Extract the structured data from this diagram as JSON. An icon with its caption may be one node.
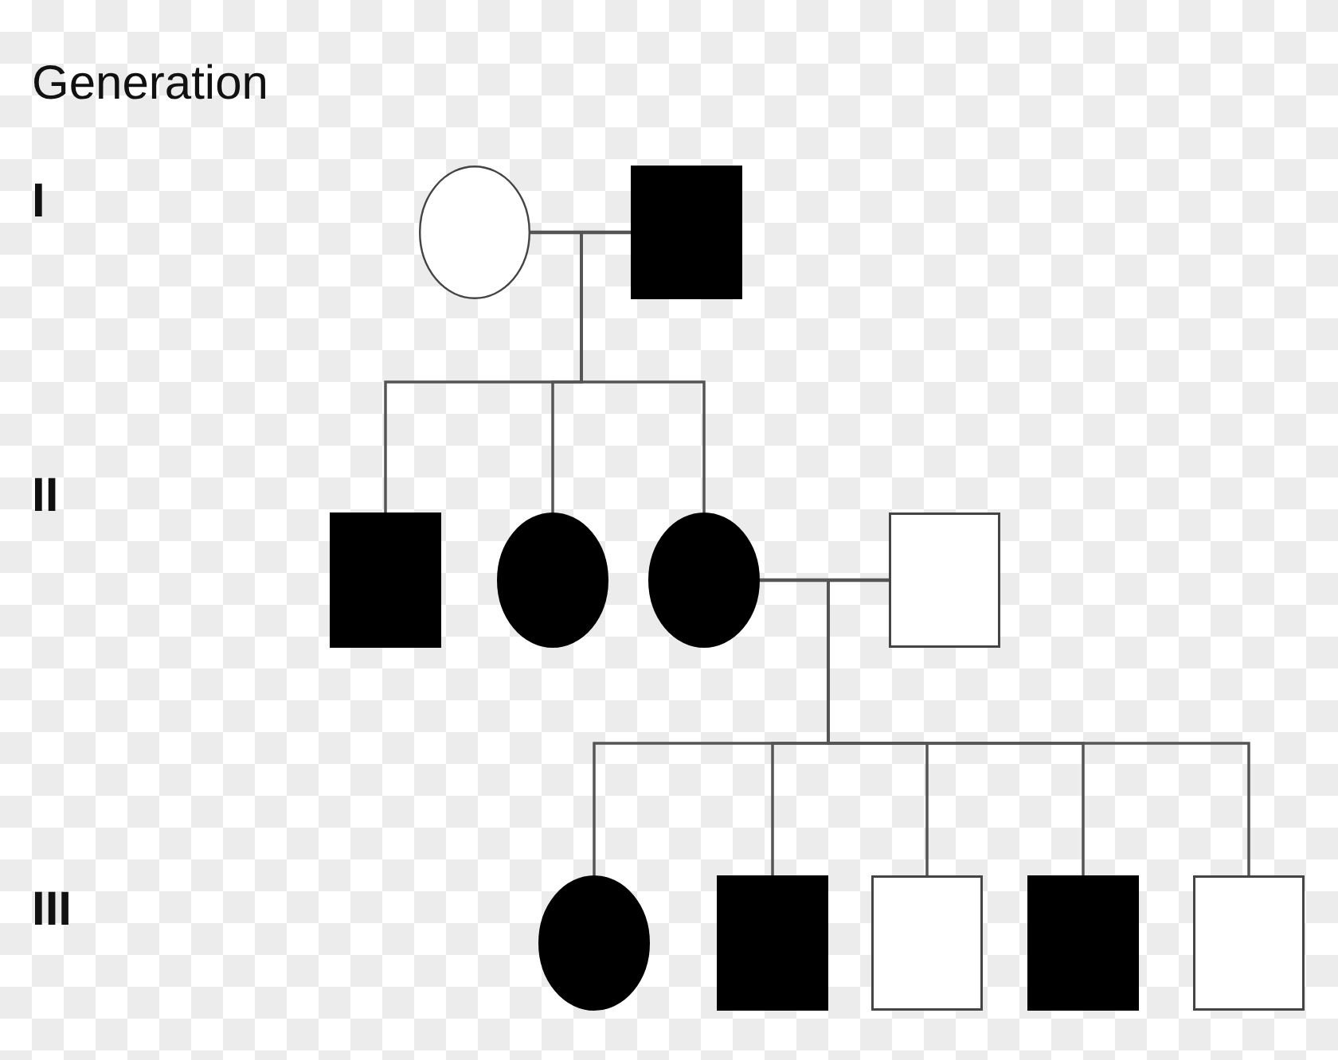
{
  "diagram": {
    "nodes": [
      {
        "text": [],
        "shape": "circle"
      },
      {
        "text": [],
        "shape": "box"
      },
      {
        "text": [],
        "shape": "box"
      },
      {
        "text": [],
        "shape": "circle"
      },
      {
        "text": [],
        "shape": "circle"
      },
      {
        "text": [],
        "shape": "box"
      },
      {
        "text": [],
        "shape": "circle"
      },
      {
        "text": [],
        "shape": "box"
      },
      {
        "text": [],
        "shape": "box"
      },
      {
        "text": [],
        "shape": "box"
      },
      {
        "text": [],
        "shape": "box"
      }
    ],
    "edges": [
      {
        "from": 0,
        "to": 1,
        "arrow": "none"
      },
      {
        "from": 0,
        "to": 2,
        "arrow": "none"
      },
      {
        "from": 1,
        "to": 2,
        "arrow": "none"
      },
      {
        "from": 0,
        "to": 3,
        "arrow": "none"
      },
      {
        "from": 1,
        "to": 3,
        "arrow": "none"
      },
      {
        "from": 0,
        "to": 4,
        "arrow": "none"
      },
      {
        "from": 1,
        "to": 4,
        "arrow": "none"
      },
      {
        "from": 4,
        "to": 5,
        "arrow": "none"
      },
      {
        "from": 4,
        "to": 6,
        "arrow": "none"
      },
      {
        "from": 5,
        "to": 6,
        "arrow": "none"
      },
      {
        "from": 4,
        "to": 7,
        "arrow": "none"
      },
      {
        "from": 5,
        "to": 7,
        "arrow": "none"
      },
      {
        "from": 4,
        "to": 8,
        "arrow": "none"
      },
      {
        "from": 5,
        "to": 8,
        "arrow": "none"
      },
      {
        "from": 4,
        "to": 9,
        "arrow": "none"
      },
      {
        "from": 5,
        "to": 9,
        "arrow": "none"
      },
      {
        "from": 4,
        "to": 10,
        "arrow": "none"
      },
      {
        "from": 5,
        "to": 10,
        "arrow": "none"
      }
    ],
    "labels": [
      "Generation",
      "I",
      "II",
      "III"
    ]
  }
}
